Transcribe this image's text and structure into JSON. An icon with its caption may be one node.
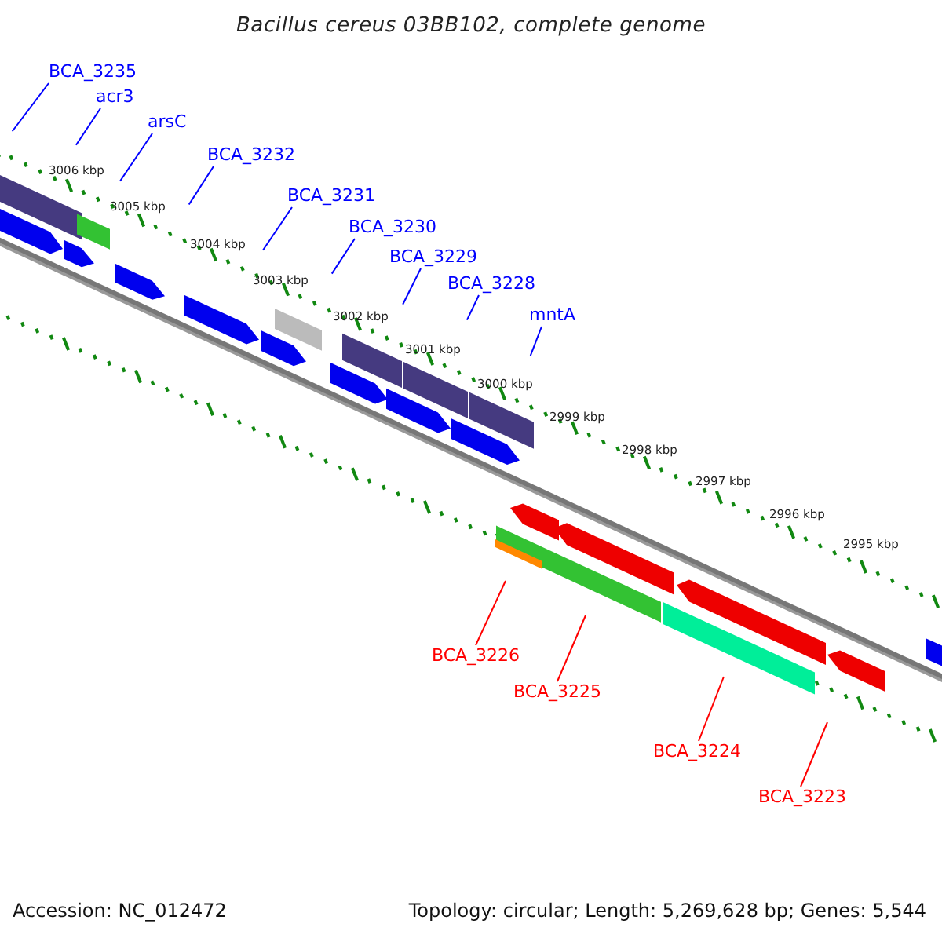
{
  "diagram": {
    "title": "Bacillus cereus 03BB102, complete genome",
    "nodes": [
      {
        "text": [
          "BCA_3235"
        ]
      },
      {
        "text": [
          "acr3"
        ]
      },
      {
        "text": [
          "arsC"
        ]
      },
      {
        "text": [
          "BCA_3232"
        ]
      },
      {
        "text": [
          "BCA_3231"
        ]
      },
      {
        "text": [
          "BCA_3230"
        ]
      },
      {
        "text": [
          "BCA_3229"
        ]
      },
      {
        "text": [
          "BCA_3228"
        ]
      },
      {
        "text": [
          "mntA"
        ]
      },
      {
        "text": [
          "BCA_3226"
        ]
      },
      {
        "text": [
          "BCA_3225"
        ]
      },
      {
        "text": [
          "BCA_3224"
        ]
      },
      {
        "text": [
          "BCA_3223"
        ]
      }
    ],
    "edges": [
      {
        "from": 0,
        "to": null,
        "arrow": "none"
      },
      {
        "from": 1,
        "to": null,
        "arrow": "none"
      },
      {
        "from": 2,
        "to": null,
        "arrow": "none"
      },
      {
        "from": 3,
        "to": null,
        "arrow": "none"
      },
      {
        "from": 4,
        "to": null,
        "arrow": "none"
      },
      {
        "from": 5,
        "to": null,
        "arrow": "none"
      },
      {
        "from": 6,
        "to": null,
        "arrow": "none"
      },
      {
        "from": 7,
        "to": null,
        "arrow": "none"
      },
      {
        "from": 8,
        "to": null,
        "arrow": "none"
      },
      {
        "from": 9,
        "to": null,
        "arrow": "none",
        "color": "#ff0000"
      },
      {
        "from": 10,
        "to": null,
        "arrow": "none",
        "color": "#ff0000"
      },
      {
        "from": 11,
        "to": null,
        "arrow": "none",
        "color": "#ff0000"
      },
      {
        "from": 12,
        "to": null,
        "arrow": "none",
        "color": "#ff0000"
      }
    ],
    "labels": [
      "3006 kbp",
      "3005 kbp",
      "3004 kbp",
      "3003 kbp",
      "3002 kbp",
      "3001 kbp",
      "3000 kbp",
      "2999 kbp",
      "2998 kbp",
      "2997 kbp",
      "2996 kbp",
      "2995 kbp",
      "Accession: NC_012472",
      "Topology: circular; Length: 5,269,628 bp; Genes: 5,544"
    ]
  }
}
